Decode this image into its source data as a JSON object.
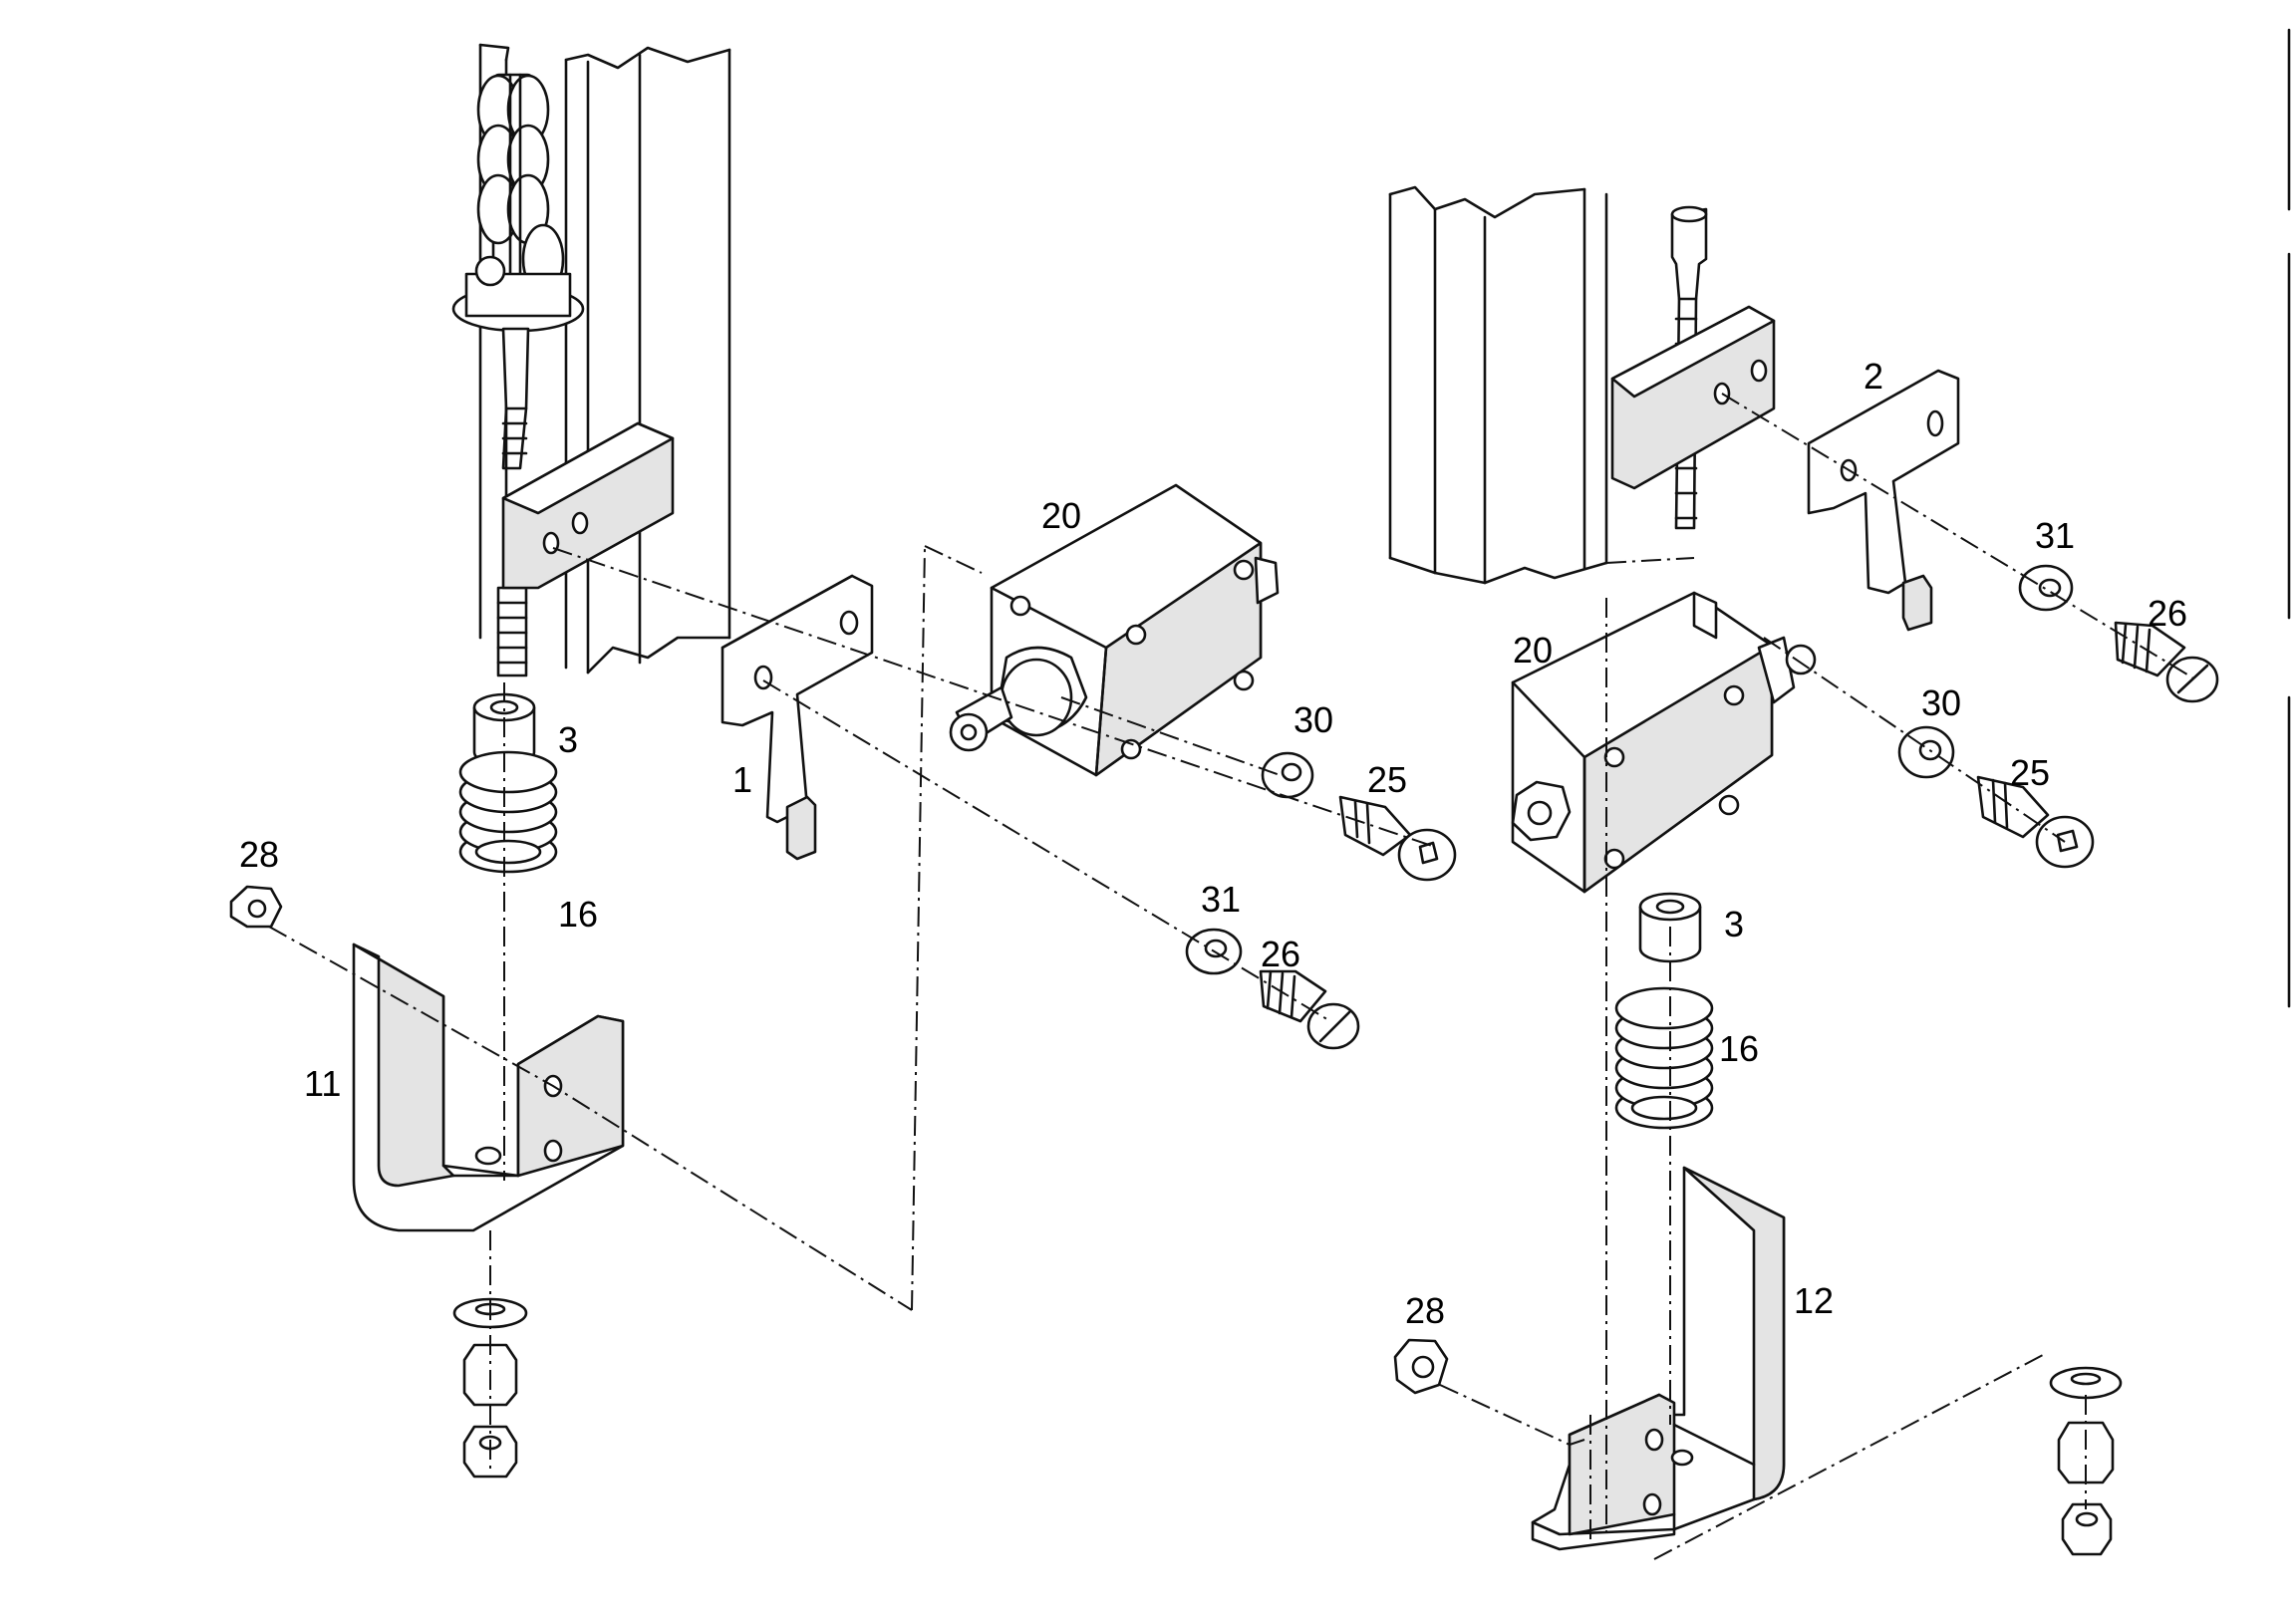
{
  "callouts": {
    "left_assembly": {
      "p3": "3",
      "p28": "28",
      "p16": "16",
      "p11": "11",
      "p1": "1",
      "p20": "20",
      "p30": "30",
      "p25": "25",
      "p31": "31",
      "p26": "26"
    },
    "right_assembly": {
      "p2": "2",
      "p31": "31",
      "p26": "26",
      "p20": "20",
      "p30": "30",
      "p25": "25",
      "p3": "3",
      "p16": "16",
      "p12": "12",
      "p28": "28"
    }
  }
}
